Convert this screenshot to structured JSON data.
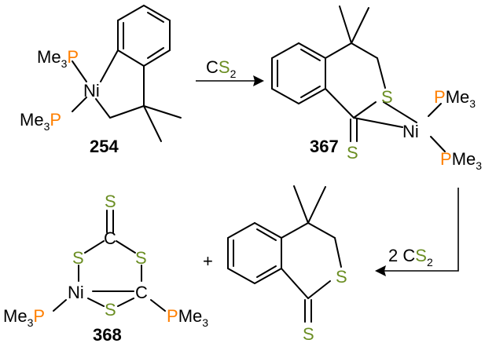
{
  "colors": {
    "phosphorus": "#FF7F00",
    "sulfur": "#6B8E23",
    "carbon_nickel": "#000000"
  },
  "atoms": {
    "phosphorus": "P",
    "sulfur": "S",
    "carbon": "C",
    "nickel": "Ni",
    "methyl": "Me",
    "subscript3": "3",
    "subscript2": "2"
  },
  "compounds": {
    "c254": {
      "label": "254"
    },
    "c367": {
      "label": "367"
    },
    "c368": {
      "label": "368"
    }
  },
  "arrows": {
    "step1": {
      "reagent_prefix": "",
      "reagent": "CS",
      "subscript": "2"
    },
    "step2": {
      "reagent_prefix": "2 ",
      "reagent": "CS",
      "subscript": "2"
    }
  },
  "plus_sign": "+"
}
